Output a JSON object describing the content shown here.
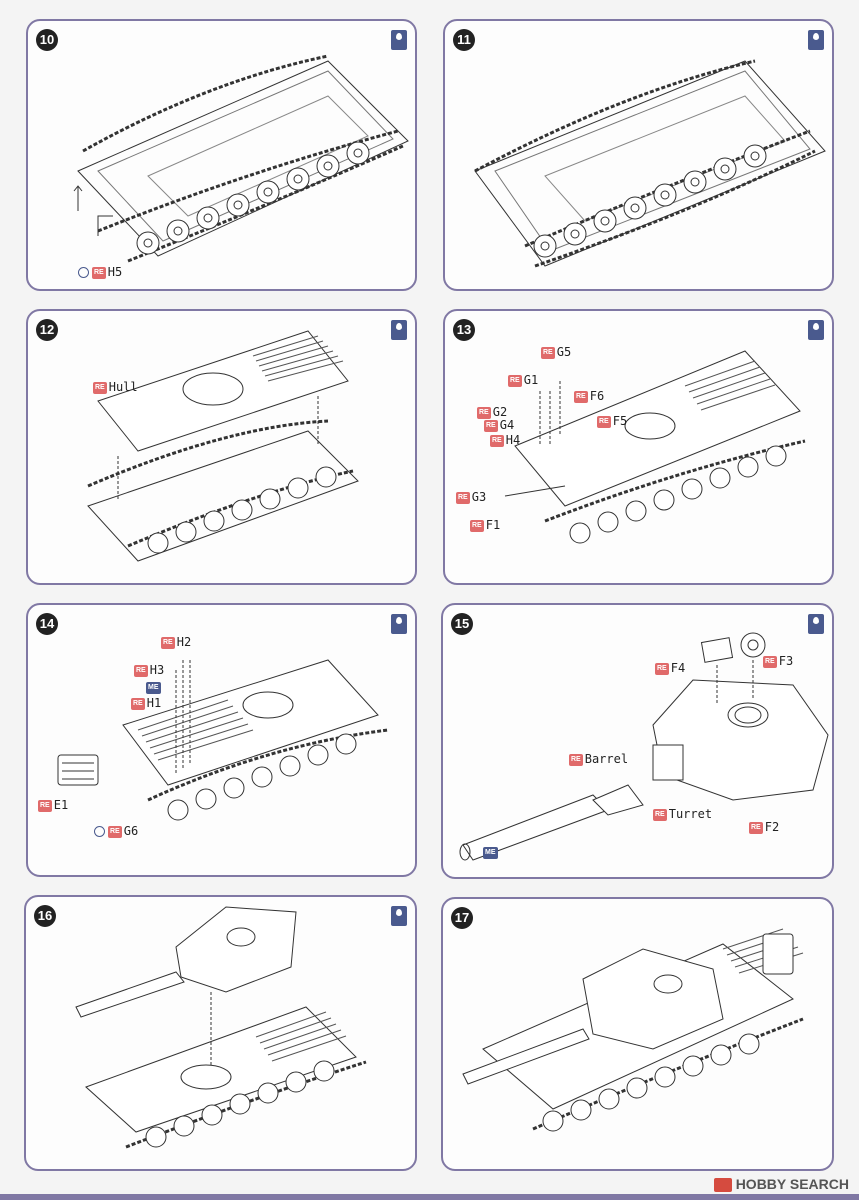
{
  "steps": [
    {
      "number": "10",
      "gel": "GEL",
      "labels": [
        {
          "badge": "RE",
          "icon": "ring",
          "text": "H5"
        }
      ]
    },
    {
      "number": "11",
      "gel": "GEL",
      "labels": []
    },
    {
      "number": "12",
      "gel": "GEL",
      "labels": [
        {
          "badge": "RE",
          "text": "Hull"
        }
      ]
    },
    {
      "number": "13",
      "gel": "GEL",
      "labels": [
        {
          "badge": "RE",
          "text": "G5"
        },
        {
          "badge": "RE",
          "text": "G1"
        },
        {
          "badge": "RE",
          "text": "F6"
        },
        {
          "badge": "RE",
          "text": "G2"
        },
        {
          "badge": "RE",
          "text": "G4"
        },
        {
          "badge": "RE",
          "text": "F5"
        },
        {
          "badge": "RE",
          "text": "H4"
        },
        {
          "badge": "RE",
          "text": "G3"
        },
        {
          "badge": "RE",
          "text": "F1"
        }
      ]
    },
    {
      "number": "14",
      "gel": "GEL",
      "labels": [
        {
          "badge": "RE",
          "text": "H2"
        },
        {
          "badge": "RE",
          "text": "H3"
        },
        {
          "badge": "ME",
          "text": ""
        },
        {
          "badge": "RE",
          "text": "H1"
        },
        {
          "badge": "RE",
          "text": "E1"
        },
        {
          "badge": "RE",
          "icon": "ring",
          "text": "G6"
        }
      ]
    },
    {
      "number": "15",
      "gel": "GEL",
      "labels": [
        {
          "badge": "RE",
          "text": "F4"
        },
        {
          "badge": "RE",
          "text": "F3"
        },
        {
          "badge": "RE",
          "text": "Barrel"
        },
        {
          "badge": "RE",
          "text": "Turret"
        },
        {
          "badge": "RE",
          "text": "F2"
        },
        {
          "badge": "ME",
          "text": ""
        }
      ]
    },
    {
      "number": "16",
      "gel": "GEL",
      "labels": []
    },
    {
      "number": "17",
      "gel": "GEL",
      "labels": []
    }
  ],
  "watermark": "HOBBY SEARCH"
}
